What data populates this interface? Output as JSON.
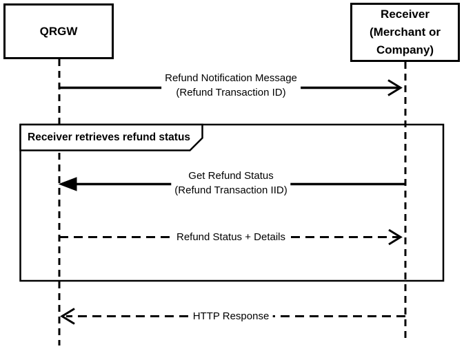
{
  "colors": {
    "ink": "#000000",
    "background": "#ffffff"
  },
  "actors": [
    {
      "id": "qrgw",
      "label": "QRGW"
    },
    {
      "id": "receiver",
      "label": "Receiver\n(Merchant or\nCompany)"
    }
  ],
  "fragment": {
    "label": "Receiver retrieves refund status"
  },
  "messages": [
    {
      "line1": "Refund Notification Message",
      "line2": "(Refund Transaction ID)",
      "from": "QRGW",
      "to": "Receiver",
      "direction": "right",
      "line_style": "solid",
      "arrowhead": "open"
    },
    {
      "line1": "Get Refund Status",
      "line2": "(Refund Transaction IID)",
      "from": "Receiver",
      "to": "QRGW",
      "direction": "left",
      "line_style": "solid",
      "arrowhead": "filled"
    },
    {
      "line1": "Refund Status + Details",
      "from": "QRGW",
      "to": "Receiver",
      "direction": "right",
      "line_style": "dashed",
      "arrowhead": "open"
    },
    {
      "line1": "HTTP Response",
      "from": "Receiver",
      "to": "QRGW",
      "direction": "left",
      "line_style": "dashed",
      "arrowhead": "open"
    }
  ]
}
